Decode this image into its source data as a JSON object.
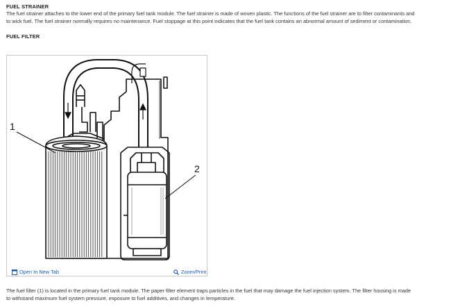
{
  "section1": {
    "heading": "FUEL STRAINER",
    "line1": "The fuel strainer attaches to the lower end of the primary fuel tank module. The fuel strainer is made of woven plastic. The functions of the fuel strainer are to filter contaminants and",
    "line2": "to wick fuel. The fuel strainer normally requires no maintenance. Fuel stoppage at this point indicates that the fuel tank contains an abnormal amount of sediment or contamination."
  },
  "section2": {
    "heading": "FUEL FILTER"
  },
  "figure": {
    "callout1": "1",
    "callout2": "2",
    "open_tab_label": "Open In New Tab",
    "zoom_label": "Zoom/Print",
    "open_tab_icon": "window-icon",
    "zoom_icon": "magnifier-icon"
  },
  "section3": {
    "line1": "The fuel filter (1) is located in the primary fuel tank module. The paper filter element traps particles in the fuel that may damage the fuel injection system. The filter housing is made",
    "line2": "to withstand maximum fuel system pressure, exposure to fuel additives, and changes in temperature."
  }
}
